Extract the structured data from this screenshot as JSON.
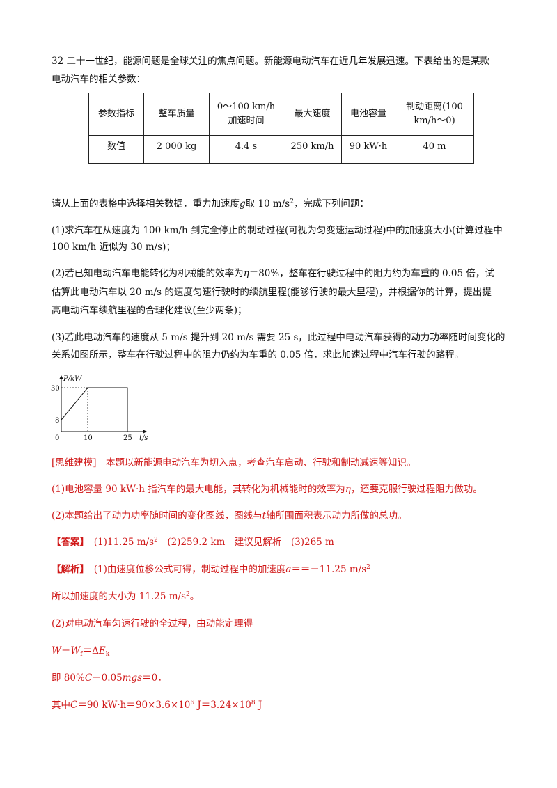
{
  "question": {
    "intro_line1": "32 二十一世纪，能源问题是全球关注的焦点问题。新能源电动汽车在近几年发展迅速。下表给出的是某款",
    "intro_line2": "电动汽车的相关参数："
  },
  "table": {
    "header": [
      "参数指标",
      "整车质量",
      "0～100 km/h",
      "加速时间",
      "最大速度",
      "电池容量",
      "制动距离(100",
      "km/h～0)"
    ],
    "row_label": "数值",
    "values": [
      "2 000 kg",
      "4.4 s",
      "250 km/h",
      "90 kW·h",
      "40 m"
    ]
  },
  "prompt": {
    "text_a": "请从上面的表格中选择相关数据，重力加速度",
    "g": "g",
    "text_b": "取 10 m/s",
    "sup": "2",
    "text_c": "，完成下列问题："
  },
  "q1": {
    "line1": "(1)求汽车在从速度为 100 km/h 到完全停止的制动过程(可视为匀变速运动过程)中的加速度大小(计算过程中",
    "line2": "100 km/h 近似为 30 m/s)；"
  },
  "q2": {
    "line1a": "(2)若已知电动汽车电能转化为机械能的效率为",
    "eta": "η",
    "line1b": "＝80%，整车在行驶过程中的阻力约为车重的 0.05 倍，试",
    "line2": "估算此电动汽车以 20 m/s 的速度匀速行驶时的续航里程(能够行驶的最大里程)，并根据你的计算，提出提",
    "line3": "高电动汽车续航里程的合理化建议(至少两条)；"
  },
  "q3": {
    "line1": "(3)若此电动汽车的速度从 5 m/s 提升到 20 m/s 需要 25 s，此过程中电动汽车获得的动力功率随时间变化的",
    "line2": "关系如图所示，整车在行驶过程中的阻力仍约为车重的 0.05 倍，求此加速过程中汽车行驶的路程。"
  },
  "chart_data": {
    "type": "line",
    "ylabel": "P/kW",
    "xlabel": "t/s",
    "x_ticks": [
      "0",
      "10",
      "25"
    ],
    "y_ticks": [
      "8",
      "30"
    ],
    "series": [
      {
        "x": [
          0,
          10,
          25,
          25
        ],
        "y": [
          8,
          30,
          30,
          0
        ]
      }
    ],
    "xlim": [
      0,
      30
    ],
    "ylim": [
      0,
      35
    ],
    "grid": false
  },
  "analysis": {
    "label": "[思维建模]",
    "text": "　本题以新能源电动汽车为切入点，考查汽车启动、行驶和制动减速等知识。",
    "p1a": "(1)电池容量 90 kW·h 指汽车的最大电能，其转化为机械能时的效率为",
    "p1_eta": "η",
    "p1b": "，还要克服行驶过程阻力做功。",
    "p2a": "(2)本题给出了动力功率随时间的变化图线，图线与",
    "p2_t": "t",
    "p2b": "轴所围面积表示动力所做的总功。"
  },
  "answer": {
    "label": "【答案】",
    "a1": "　(1)11.25 m/s",
    "a1_sup": "2",
    "rest": "　(2)259.2 km　建议见解析　(3)265 m"
  },
  "solution": {
    "label": "【解析】",
    "s1a": "　(1)由速度位移公式可得，制动过程中的加速度",
    "a": "a",
    "s1b": "＝＝－11.25 m/s",
    "s1_sup": "2",
    "s2a": "所以加速度的大小为 11.25 m/s",
    "s2_sup": "2",
    "s2b": "。",
    "s3": "(2)对电动汽车匀速行驶的全过程，由动能定理得",
    "eq1_W": "W",
    "eq1_mid": "－",
    "eq1_Wf": "W",
    "eq1_sub": "f",
    "eq1_eq": "＝Δ",
    "eq1_E": "E",
    "eq1_k": "k",
    "eq2_a": "即 80%",
    "eq2_C": "C",
    "eq2_b": "－0.05",
    "eq2_mgs": "mgs",
    "eq2_c": "＝0，",
    "eq3_a": "其中",
    "eq3_C": "C",
    "eq3_b": "＝90 kW·h＝90×3.6×10",
    "eq3_sup1": "6",
    "eq3_c": " J＝3.24×10",
    "eq3_sup2": "8",
    "eq3_d": " J"
  }
}
